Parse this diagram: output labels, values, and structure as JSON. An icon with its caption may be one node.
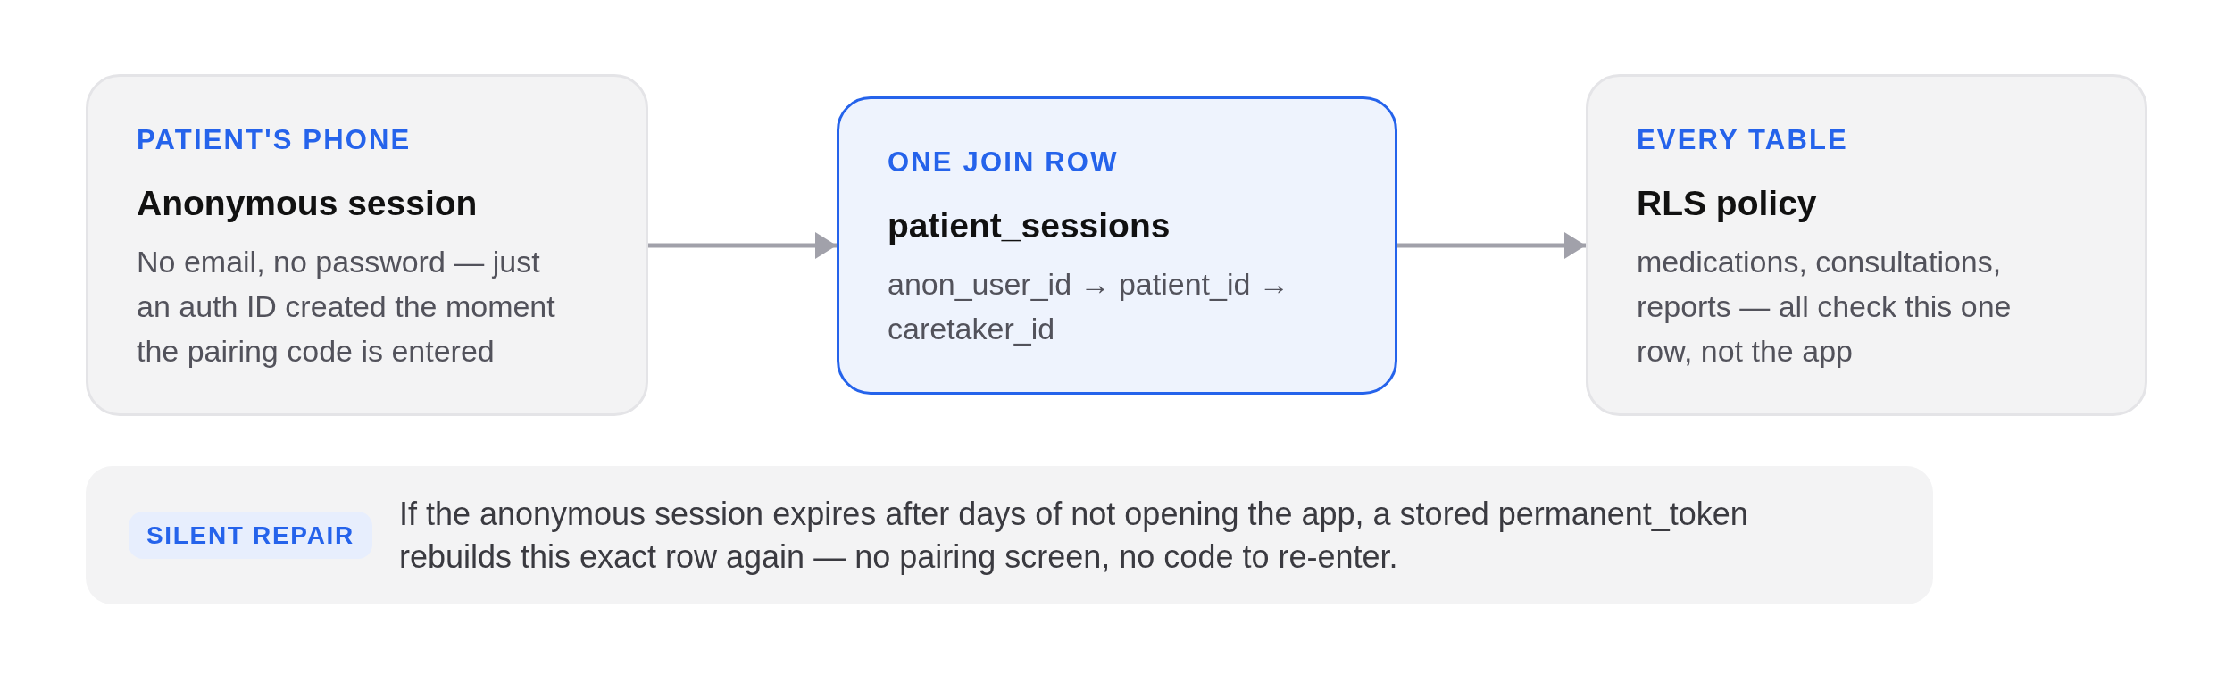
{
  "diagram": {
    "nodes": [
      {
        "text": [
          "PATIENT'S PHONE",
          "Anonymous session",
          "No email, no password — just an auth ID created the moment the pairing code is entered"
        ]
      },
      {
        "text": [
          "ONE JOIN ROW",
          "patient_sessions",
          "anon_user_id → patient_id → caretaker_id"
        ]
      },
      {
        "text": [
          "EVERY TABLE",
          "RLS policy",
          "medications, consultations, reports — all check this one row, not the app"
        ]
      },
      {
        "text": [
          "If the anonymous session expires after days of not opening the app, a stored permanent_token rebuilds this exact row again — no pairing screen, no code to re-enter."
        ]
      },
      {
        "text": [
          "SILENT REPAIR"
        ],
        "in": 3
      }
    ],
    "edges": [
      {
        "from": 0,
        "to": 1,
        "arrow": "to"
      },
      {
        "from": 1,
        "to": 2,
        "arrow": "to"
      }
    ]
  }
}
